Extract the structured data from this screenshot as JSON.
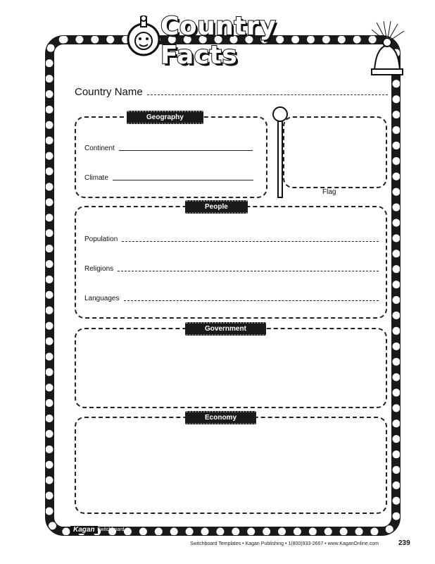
{
  "title": "Country Facts",
  "country_name_label": "Country Name",
  "geography": {
    "label": "Geography",
    "fields": [
      "Continent",
      "Climate"
    ]
  },
  "flag_label": "Flag",
  "people": {
    "label": "People",
    "fields": [
      "Population",
      "Religions",
      "Languages"
    ]
  },
  "government": {
    "label": "Government"
  },
  "economy": {
    "label": "Economy"
  },
  "footer": {
    "logo": "Kagan",
    "series": "Switchboard",
    "credit": "Switchboard Templates • Kagan Publishing • 1(800)933-2667 • www.KaganOnline.com",
    "page": "239"
  }
}
